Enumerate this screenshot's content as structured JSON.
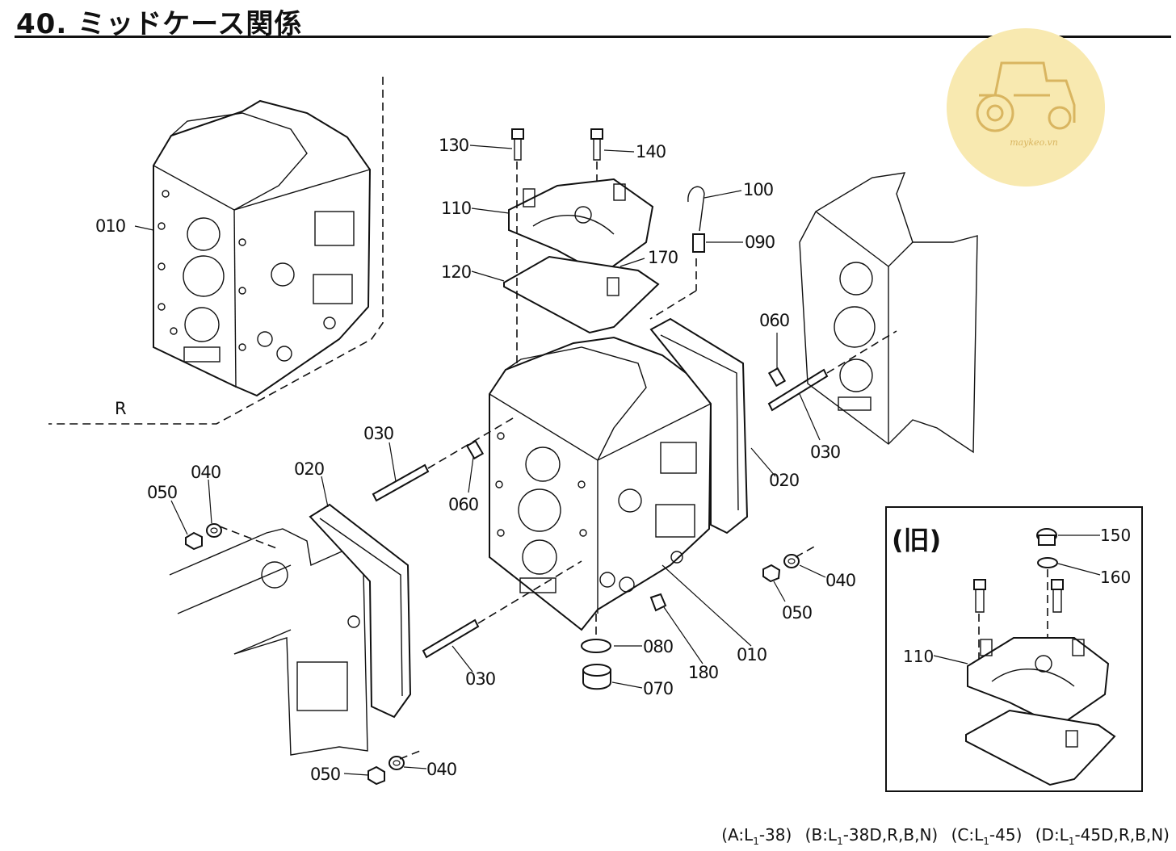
{
  "title": "40. ミッドケース関係",
  "watermark": {
    "text": "maykeo.vn",
    "color": "#f8e9b0"
  },
  "section_mark": "R",
  "inset": {
    "title": "(旧)"
  },
  "labels": {
    "p010a": "010",
    "p010b": "010",
    "p020a": "020",
    "p020b": "020",
    "p030a": "030",
    "p030b": "030",
    "p030c": "030",
    "p040a": "040",
    "p040b": "040",
    "p040c": "040",
    "p050a": "050",
    "p050b": "050",
    "p050c": "050",
    "p060a": "060",
    "p060b": "060",
    "p070": "070",
    "p080": "080",
    "p090": "090",
    "p100": "100",
    "p110": "110",
    "p110i": "110",
    "p120": "120",
    "p130": "130",
    "p140": "140",
    "p150": "150",
    "p160": "160",
    "p170": "170",
    "p180": "180"
  },
  "footer": {
    "a_pre": "(A:L",
    "a_sub": "1",
    "a_post": "-38)",
    "b_pre": "(B:L",
    "b_sub": "1",
    "b_post": "-38D,R,B,N)",
    "c_pre": "(C:L",
    "c_sub": "1",
    "c_post": "-45)",
    "d_pre": "(D:L",
    "d_sub": "1",
    "d_post": "-45D,R,B,N)"
  }
}
